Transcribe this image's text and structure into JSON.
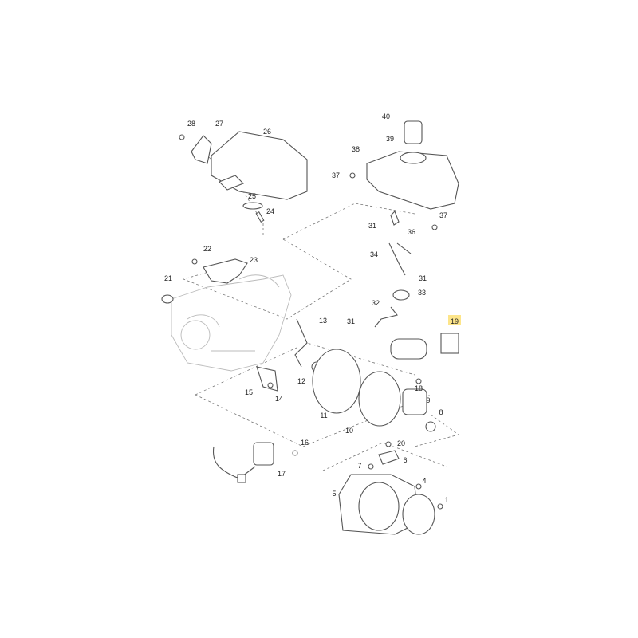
{
  "diagram": {
    "highlight_color": "#fde58a",
    "highlighted_part": "19",
    "callouts": [
      "28",
      "27",
      "26",
      "25",
      "24",
      "22",
      "23",
      "21",
      "13",
      "12",
      "15",
      "14",
      "11",
      "10",
      "16",
      "17",
      "40",
      "39",
      "38",
      "37",
      "37",
      "31",
      "36",
      "34",
      "31",
      "33",
      "32",
      "31",
      "19",
      "18",
      "9",
      "8",
      "20",
      "6",
      "7",
      "4",
      "5",
      "1"
    ]
  }
}
